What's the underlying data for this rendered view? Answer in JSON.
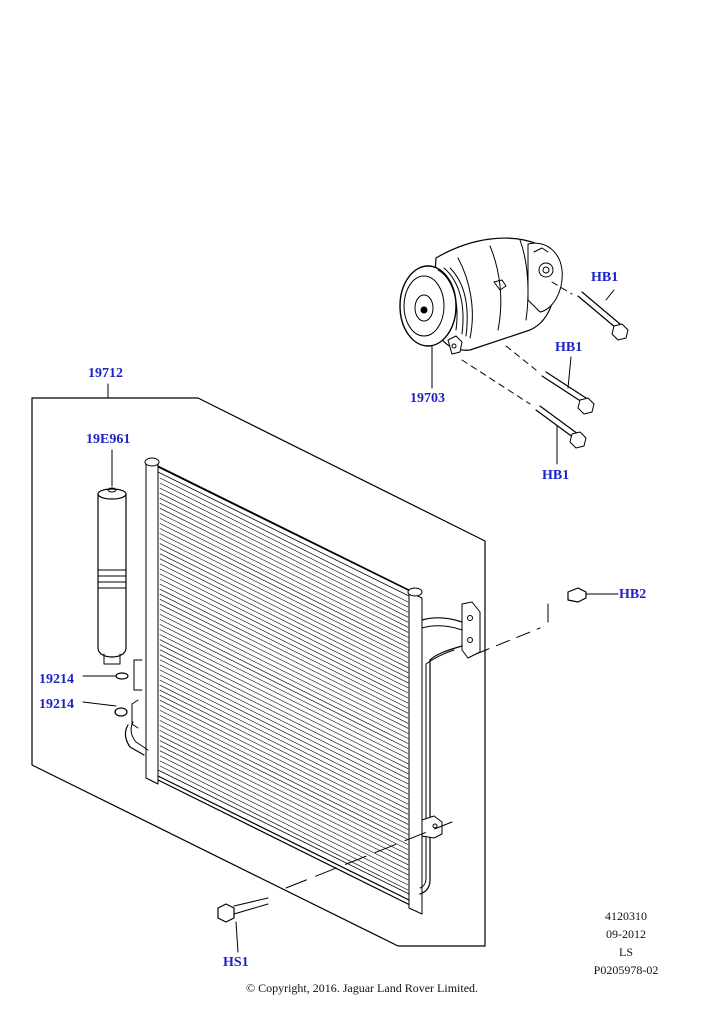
{
  "callouts": {
    "condenser_assembly": "19712",
    "receiver_drier": "19E961",
    "o_ring_upper": "19214",
    "o_ring_lower": "19214",
    "compressor": "19703",
    "compressor_bolt_top": "HB1",
    "compressor_bolt_middle": "HB1",
    "compressor_bolt_bottom": "HB1",
    "condenser_bolt_right": "HB2",
    "condenser_bolt_bottom": "HS1"
  },
  "meta": {
    "illustration_number": "4120310",
    "date": "09-2012",
    "code": "LS",
    "part_ref": "P0205978-02"
  },
  "copyright": "© Copyright, 2016. Jaguar Land Rover Limited.",
  "colors": {
    "callout": "#1c23c6",
    "line": "#000000"
  }
}
